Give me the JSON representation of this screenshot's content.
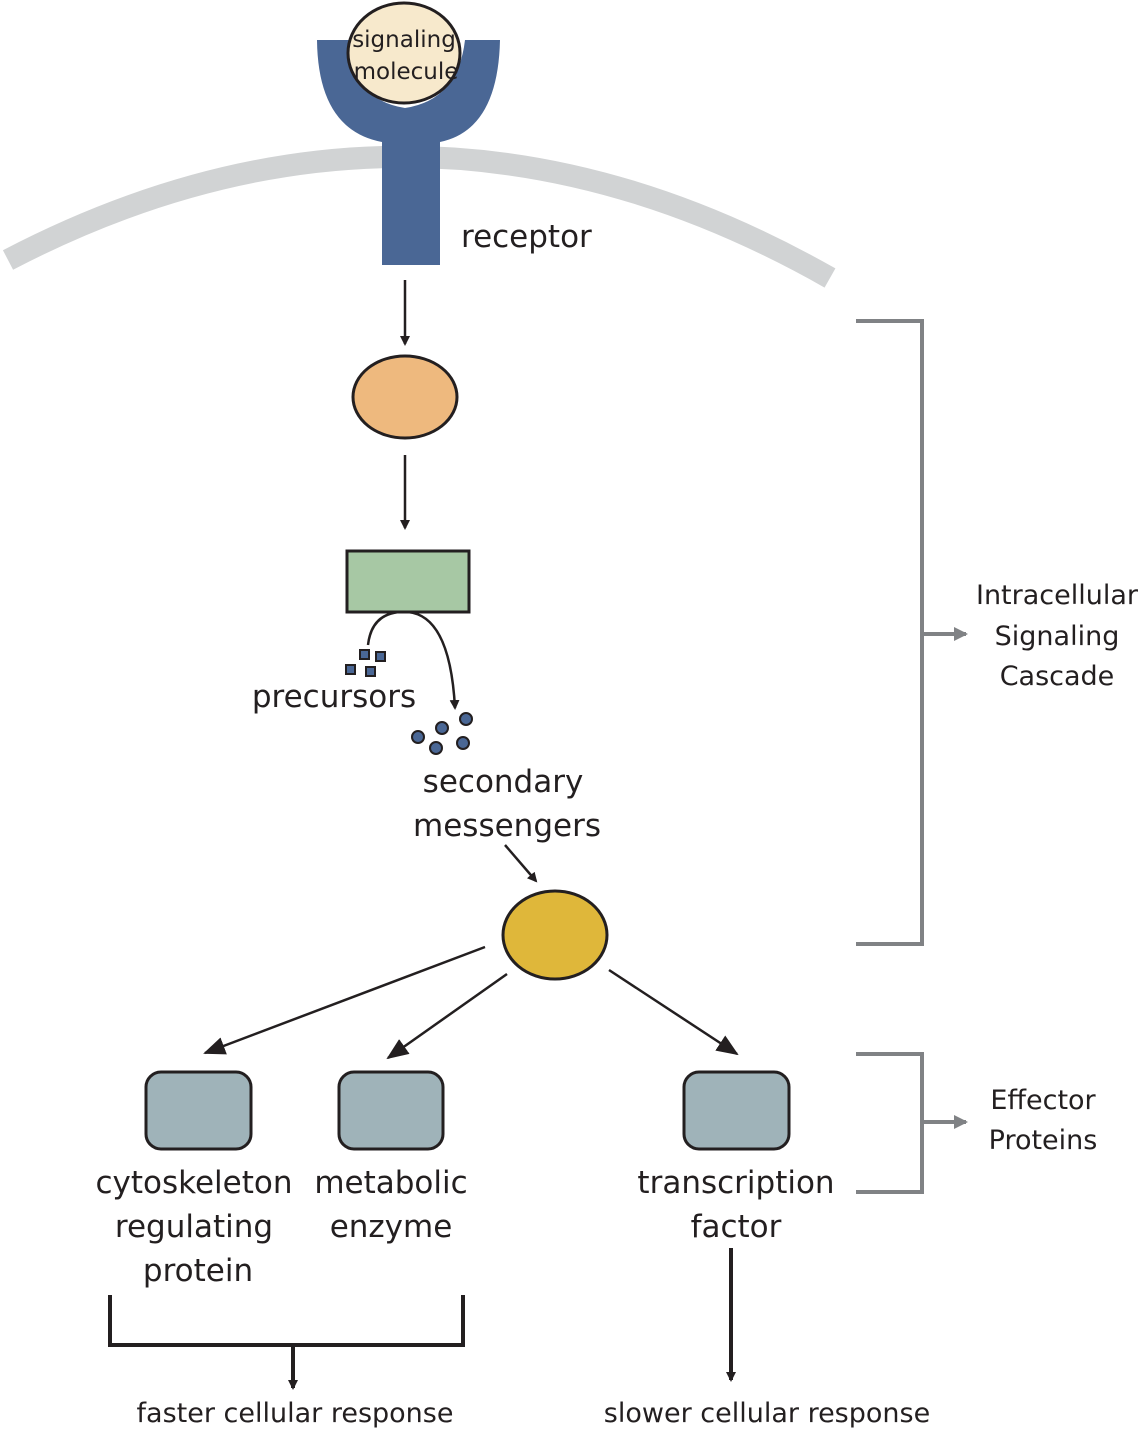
{
  "labels": {
    "signaling_molecule": [
      "signaling",
      "molecule"
    ],
    "receptor": "receptor",
    "precursors": "precursors",
    "secondary_messengers": [
      "secondary",
      "messengers"
    ],
    "intracellular_signaling_cascade": [
      "Intracellular",
      "Signaling",
      "Cascade"
    ],
    "effector_proteins": [
      "Effector",
      "Proteins"
    ],
    "cytoskeleton_regulating_protein": [
      "cytoskeleton",
      "regulating",
      "protein"
    ],
    "metabolic_enzyme": [
      "metabolic",
      "enzyme"
    ],
    "transcription_factor": [
      "transcription",
      "factor"
    ],
    "faster_cellular_response": "faster cellular response",
    "slower_cellular_response": "slower cellular response"
  },
  "colors": {
    "receptor": "#4a6795",
    "signaling_molecule": "#f7e9cc",
    "membrane": "#d1d3d4",
    "first_protein": "#eeb97e",
    "enzyme_box": "#a7c8a4",
    "kinase": "#dfb73a",
    "effector_box": "#9fb3b9",
    "messenger_dot": "#4a6795",
    "bracket": "#808285",
    "line": "#231f20"
  },
  "icons": {
    "arrow": "arrow-icon",
    "bracket": "bracket-icon"
  }
}
